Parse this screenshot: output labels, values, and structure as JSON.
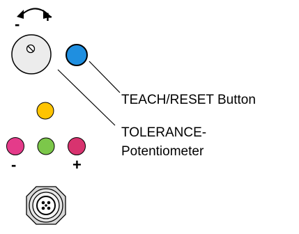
{
  "labels": {
    "teach_reset": "TEACH/RESET Button",
    "tolerance_line1": "TOLERANCE-",
    "tolerance_line2": "Potentiometer",
    "rotation_minus": "-",
    "rotation_plus": "+",
    "led_minus": "-",
    "led_plus": "+"
  },
  "colors": {
    "teach_button": "#1f8fe0",
    "led_top": "#ffc400",
    "led_left": "#e43b8a",
    "led_center": "#7cc74a",
    "led_right": "#d8336f",
    "potentiometer": "#ececec",
    "connector_body": "#d8d8d8",
    "outline": "#000000"
  },
  "icons": {
    "rotation": "rotation-arrow-icon",
    "potentiometer": "potentiometer-knob-icon",
    "connector": "m12-connector-icon"
  }
}
